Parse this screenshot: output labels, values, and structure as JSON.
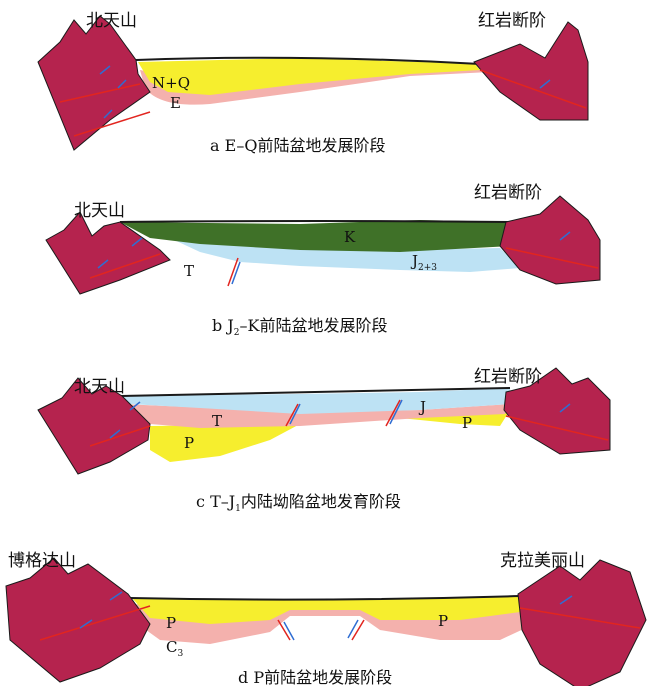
{
  "panels": [
    {
      "id": "a",
      "left_range": "北天山",
      "right_range": "红岩断阶",
      "units": [
        "N+Q",
        "E"
      ],
      "caption_letter": "a",
      "caption_text": "E–Q前陆盆地发展阶段"
    },
    {
      "id": "b",
      "left_range": "北天山",
      "right_range": "红岩断阶",
      "units": [
        "K",
        "T",
        "J",
        "2+3"
      ],
      "caption_letter": "b",
      "caption_text_1": "J",
      "caption_sub": "2",
      "caption_text_2": "–K前陆盆地发展阶段"
    },
    {
      "id": "c",
      "left_range": "北天山",
      "right_range": "红岩断阶",
      "units": [
        "T",
        "J",
        "P",
        "P"
      ],
      "caption_letter": "c",
      "caption_text_1": "T–J",
      "caption_sub": "1",
      "caption_text_2": "内陆坳陷盆地发育阶段"
    },
    {
      "id": "d",
      "left_range": "博格达山",
      "right_range": "克拉美丽山",
      "units": [
        "P",
        "C",
        "3",
        "P"
      ],
      "caption_letter": "d",
      "caption_text": "P前陆盆地发展阶段"
    }
  ],
  "colors": {
    "mountain": "#b5234e",
    "yellow": "#f6ee2e",
    "pink": "#f4b1ad",
    "green": "#3f7128",
    "blue": "#bde2f4",
    "fault_red": "#e2251f",
    "fault_blue": "#2f6dd2",
    "outline": "#1a1a1a"
  }
}
